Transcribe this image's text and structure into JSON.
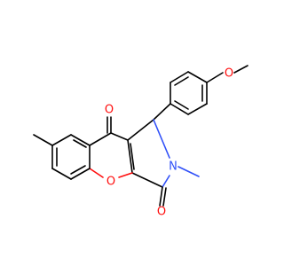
{
  "molecule": {
    "colors": {
      "carbon": "#000000",
      "oxygen": "#ff0d0d",
      "nitrogen": "#3050f8",
      "background": "#ffffff"
    },
    "atom_labels": {
      "methoxy_oxygen": "O",
      "ketone_oxygen": "O",
      "ring_oxygen": "O",
      "lactam_oxygen": "O",
      "ring_nitrogen": "N"
    }
  }
}
